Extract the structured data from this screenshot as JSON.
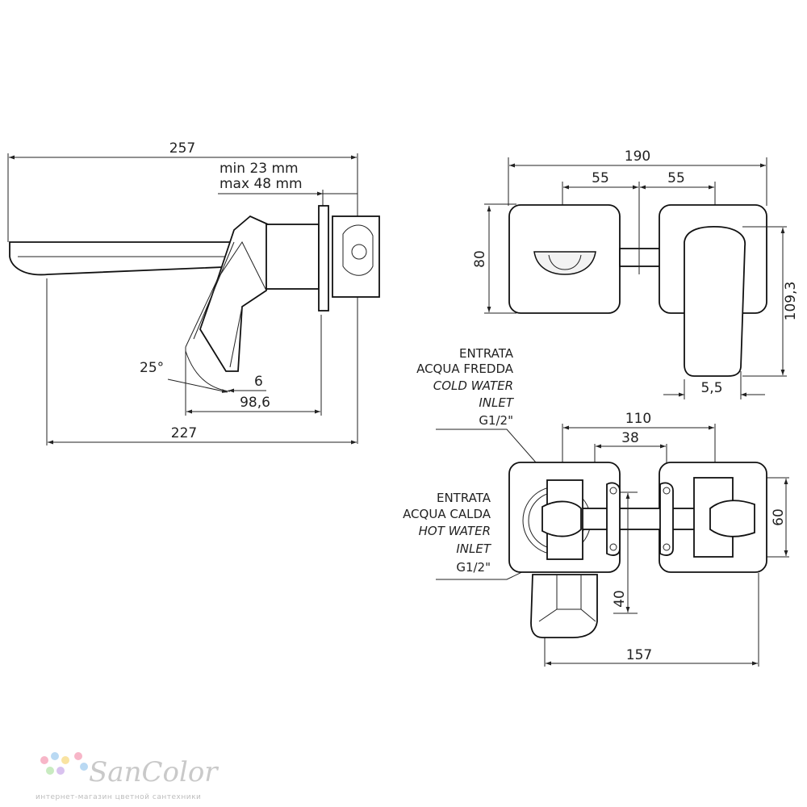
{
  "side_view": {
    "dim_total": "257",
    "dim_wall_min": "min 23 mm",
    "dim_wall_max": "max 48 mm",
    "dim_angle": "25°",
    "dim_handle": "6",
    "dim_lever": "98,6",
    "dim_spout": "227"
  },
  "front_view": {
    "dim_width": "190",
    "dim_left_half": "55",
    "dim_right_half": "55",
    "dim_height": "80",
    "dim_lever_height": "109,3",
    "dim_lever_offset": "5,5"
  },
  "top_view": {
    "dim_inlets": "110",
    "dim_holes": "38",
    "dim_depth": "60",
    "dim_offset": "40",
    "dim_overall": "157",
    "cold_inlet": [
      "ENTRATA",
      "ACQUA FREDDA",
      "COLD WATER",
      "INLET",
      "G1/2\""
    ],
    "hot_inlet": [
      "ENTRATA",
      "ACQUA CALDA",
      "HOT WATER",
      "INLET",
      "G1/2\""
    ]
  },
  "watermark": {
    "brand": "SanColor",
    "tagline": "интернет-магазин цветной сантехники",
    "dot_colors": [
      "#f7b6c8",
      "#b9d9f3",
      "#f9e3a1",
      "#c8ebc0",
      "#d9c2ef"
    ]
  }
}
